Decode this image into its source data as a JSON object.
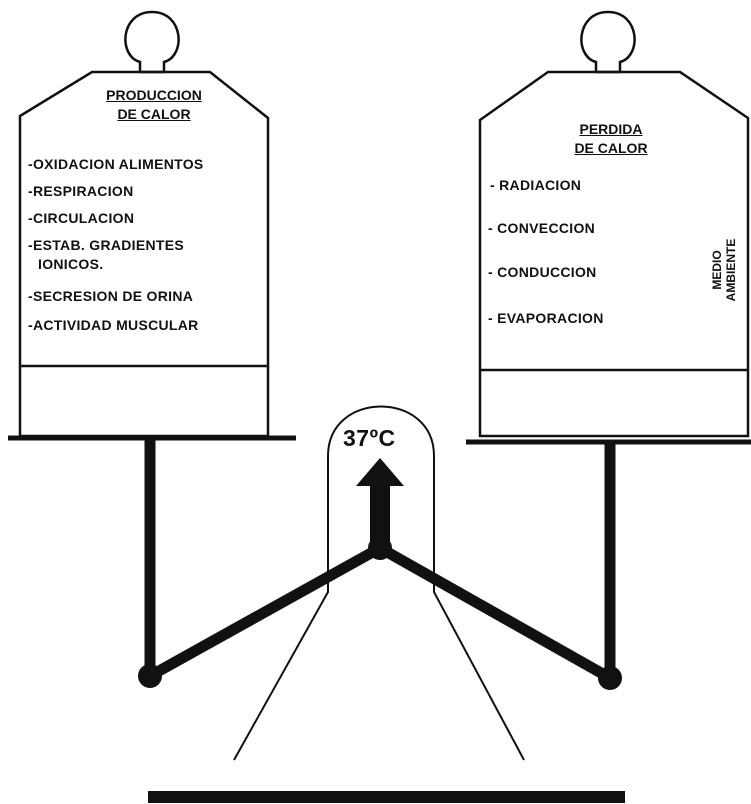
{
  "left_weight": {
    "title_line1": "PRODUCCION",
    "title_line2": "DE CALOR",
    "items": [
      "-OXIDACION ALIMENTOS",
      "-RESPIRACION",
      "-CIRCULACION",
      "-ESTAB. GRADIENTES",
      "IONICOS.",
      "-SECRESION DE ORINA",
      "-ACTIVIDAD MUSCULAR"
    ]
  },
  "right_weight": {
    "title_line1": "PERDIDA",
    "title_line2": "DE CALOR",
    "items": [
      "- RADIACION",
      "- CONVECCION",
      "- CONDUCCION",
      "- EVAPORACION"
    ],
    "side_label_line1": "MEDIO",
    "side_label_line2": "AMBIENTE"
  },
  "center": {
    "temperature": "37ºC"
  }
}
